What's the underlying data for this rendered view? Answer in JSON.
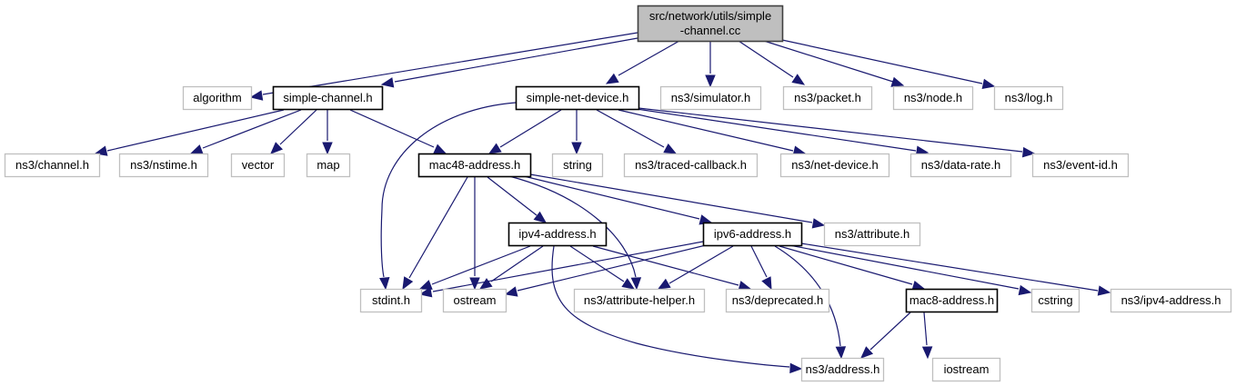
{
  "diagram": {
    "type": "include-dependency-graph",
    "colors": {
      "edge": "#191970",
      "root_fill": "#bfbfbf",
      "root_border": "#404040",
      "documented_border": "#000000",
      "external_border": "#bfbfbf",
      "node_fill": "#ffffff"
    },
    "nodes": [
      {
        "id": "root",
        "label_lines": [
          "src/network/utils/simple",
          "-channel.cc"
        ],
        "kind": "root"
      },
      {
        "id": "algorithm",
        "label_lines": [
          "algorithm"
        ],
        "kind": "external"
      },
      {
        "id": "simple-channel-h",
        "label_lines": [
          "simple-channel.h"
        ],
        "kind": "documented"
      },
      {
        "id": "simple-net-device-h",
        "label_lines": [
          "simple-net-device.h"
        ],
        "kind": "documented"
      },
      {
        "id": "ns3-simulator-h",
        "label_lines": [
          "ns3/simulator.h"
        ],
        "kind": "external"
      },
      {
        "id": "ns3-packet-h",
        "label_lines": [
          "ns3/packet.h"
        ],
        "kind": "external"
      },
      {
        "id": "ns3-node-h",
        "label_lines": [
          "ns3/node.h"
        ],
        "kind": "external"
      },
      {
        "id": "ns3-log-h",
        "label_lines": [
          "ns3/log.h"
        ],
        "kind": "external"
      },
      {
        "id": "ns3-channel-h",
        "label_lines": [
          "ns3/channel.h"
        ],
        "kind": "external"
      },
      {
        "id": "ns3-nstime-h",
        "label_lines": [
          "ns3/nstime.h"
        ],
        "kind": "external"
      },
      {
        "id": "vector",
        "label_lines": [
          "vector"
        ],
        "kind": "external"
      },
      {
        "id": "map",
        "label_lines": [
          "map"
        ],
        "kind": "external"
      },
      {
        "id": "mac48-address-h",
        "label_lines": [
          "mac48-address.h"
        ],
        "kind": "documented"
      },
      {
        "id": "string",
        "label_lines": [
          "string"
        ],
        "kind": "external"
      },
      {
        "id": "ns3-traced-callback-h",
        "label_lines": [
          "ns3/traced-callback.h"
        ],
        "kind": "external"
      },
      {
        "id": "ns3-net-device-h",
        "label_lines": [
          "ns3/net-device.h"
        ],
        "kind": "external"
      },
      {
        "id": "ns3-data-rate-h",
        "label_lines": [
          "ns3/data-rate.h"
        ],
        "kind": "external"
      },
      {
        "id": "ns3-event-id-h",
        "label_lines": [
          "ns3/event-id.h"
        ],
        "kind": "external"
      },
      {
        "id": "ipv4-address-h",
        "label_lines": [
          "ipv4-address.h"
        ],
        "kind": "documented"
      },
      {
        "id": "ipv6-address-h",
        "label_lines": [
          "ipv6-address.h"
        ],
        "kind": "documented"
      },
      {
        "id": "ns3-attribute-h",
        "label_lines": [
          "ns3/attribute.h"
        ],
        "kind": "external"
      },
      {
        "id": "stdint-h",
        "label_lines": [
          "stdint.h"
        ],
        "kind": "external"
      },
      {
        "id": "ostream",
        "label_lines": [
          "ostream"
        ],
        "kind": "external"
      },
      {
        "id": "ns3-attribute-helper-h",
        "label_lines": [
          "ns3/attribute-helper.h"
        ],
        "kind": "external"
      },
      {
        "id": "ns3-deprecated-h",
        "label_lines": [
          "ns3/deprecated.h"
        ],
        "kind": "external"
      },
      {
        "id": "mac8-address-h",
        "label_lines": [
          "mac8-address.h"
        ],
        "kind": "documented"
      },
      {
        "id": "cstring",
        "label_lines": [
          "cstring"
        ],
        "kind": "external"
      },
      {
        "id": "ns3-ipv4-address-h",
        "label_lines": [
          "ns3/ipv4-address.h"
        ],
        "kind": "external"
      },
      {
        "id": "ns3-address-h",
        "label_lines": [
          "ns3/address.h"
        ],
        "kind": "external"
      },
      {
        "id": "iostream",
        "label_lines": [
          "iostream"
        ],
        "kind": "external"
      }
    ],
    "edges": [
      {
        "from": "root",
        "to": "algorithm"
      },
      {
        "from": "root",
        "to": "simple-channel-h"
      },
      {
        "from": "root",
        "to": "simple-net-device-h"
      },
      {
        "from": "root",
        "to": "ns3-simulator-h"
      },
      {
        "from": "root",
        "to": "ns3-packet-h"
      },
      {
        "from": "root",
        "to": "ns3-node-h"
      },
      {
        "from": "root",
        "to": "ns3-log-h"
      },
      {
        "from": "simple-channel-h",
        "to": "ns3-channel-h"
      },
      {
        "from": "simple-channel-h",
        "to": "ns3-nstime-h"
      },
      {
        "from": "simple-channel-h",
        "to": "vector"
      },
      {
        "from": "simple-channel-h",
        "to": "map"
      },
      {
        "from": "simple-channel-h",
        "to": "mac48-address-h"
      },
      {
        "from": "simple-net-device-h",
        "to": "stdint-h"
      },
      {
        "from": "simple-net-device-h",
        "to": "mac48-address-h"
      },
      {
        "from": "simple-net-device-h",
        "to": "string"
      },
      {
        "from": "simple-net-device-h",
        "to": "ns3-traced-callback-h"
      },
      {
        "from": "simple-net-device-h",
        "to": "ns3-net-device-h"
      },
      {
        "from": "simple-net-device-h",
        "to": "ns3-data-rate-h"
      },
      {
        "from": "simple-net-device-h",
        "to": "ns3-event-id-h"
      },
      {
        "from": "mac48-address-h",
        "to": "stdint-h"
      },
      {
        "from": "mac48-address-h",
        "to": "ostream"
      },
      {
        "from": "mac48-address-h",
        "to": "ipv4-address-h"
      },
      {
        "from": "mac48-address-h",
        "to": "ns3-attribute-helper-h"
      },
      {
        "from": "mac48-address-h",
        "to": "ipv6-address-h"
      },
      {
        "from": "mac48-address-h",
        "to": "ns3-attribute-h"
      },
      {
        "from": "ipv4-address-h",
        "to": "stdint-h"
      },
      {
        "from": "ipv4-address-h",
        "to": "ostream"
      },
      {
        "from": "ipv4-address-h",
        "to": "ns3-attribute-helper-h"
      },
      {
        "from": "ipv4-address-h",
        "to": "ns3-deprecated-h"
      },
      {
        "from": "ipv4-address-h",
        "to": "ns3-address-h"
      },
      {
        "from": "ipv6-address-h",
        "to": "stdint-h"
      },
      {
        "from": "ipv6-address-h",
        "to": "ostream"
      },
      {
        "from": "ipv6-address-h",
        "to": "ns3-attribute-helper-h"
      },
      {
        "from": "ipv6-address-h",
        "to": "ns3-deprecated-h"
      },
      {
        "from": "ipv6-address-h",
        "to": "ns3-address-h"
      },
      {
        "from": "ipv6-address-h",
        "to": "mac8-address-h"
      },
      {
        "from": "ipv6-address-h",
        "to": "cstring"
      },
      {
        "from": "ipv6-address-h",
        "to": "ns3-ipv4-address-h"
      },
      {
        "from": "mac8-address-h",
        "to": "ns3-address-h"
      },
      {
        "from": "mac8-address-h",
        "to": "iostream"
      }
    ]
  }
}
